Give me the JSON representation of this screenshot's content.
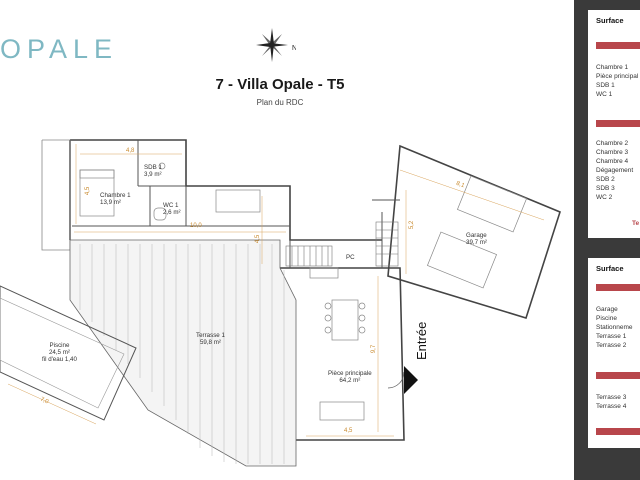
{
  "brand": {
    "logo_text": "OPALE"
  },
  "compass": {
    "north_label": "N"
  },
  "header": {
    "title": "7 - Villa Opale - T5",
    "subtitle": "Plan du RDC"
  },
  "rooms": {
    "sdb1": {
      "name": "SDB 1",
      "area": "3,9 m²"
    },
    "chambre1": {
      "name": "Chambre 1",
      "area": "13,9 m²"
    },
    "wc1": {
      "name": "WC 1",
      "area": "2,6 m²"
    },
    "pc": {
      "name": "PC"
    },
    "garage": {
      "name": "Garage",
      "area": "39,7 m²"
    },
    "terrasse1": {
      "name": "Terrasse 1",
      "area": "59,8 m²"
    },
    "piscine": {
      "name": "Piscine",
      "area": "24,5 m²",
      "note": "fil d'eau 1,40"
    },
    "piece_principale": {
      "name": "Pièce principale",
      "area": "64,2 m²"
    }
  },
  "dimensions": {
    "d1": "4,8",
    "d2": "4,5",
    "d3": "10,0",
    "d4": "4,5",
    "d5": "8,1",
    "d6": "5,2",
    "d7": "9,7",
    "d8": "4,5",
    "d9": "7,0"
  },
  "entrance": {
    "label": "Entrée"
  },
  "surfaces_panel_1": {
    "title": "Surface",
    "rows_a": [
      "Chambre 1",
      "Pièce principal",
      "SDB 1",
      "WC 1"
    ],
    "rows_b": [
      "Chambre 2",
      "Chambre 3",
      "Chambre 4",
      "Dégagement",
      "SDB 2",
      "SDB 3",
      "WC 2"
    ],
    "footer": "Te"
  },
  "surfaces_panel_2": {
    "title": "Surface",
    "rows_a": [
      "Garage",
      "Piscine",
      "Stationneme",
      "Terrasse 1",
      "Terrasse 2"
    ],
    "rows_b": [
      "Terrasse 3",
      "Terrasse 4"
    ]
  },
  "colors": {
    "accent": "#b8464b",
    "logo": "#7fb8c3",
    "dimension": "#c98a2e",
    "side": "#3a3a3a"
  }
}
